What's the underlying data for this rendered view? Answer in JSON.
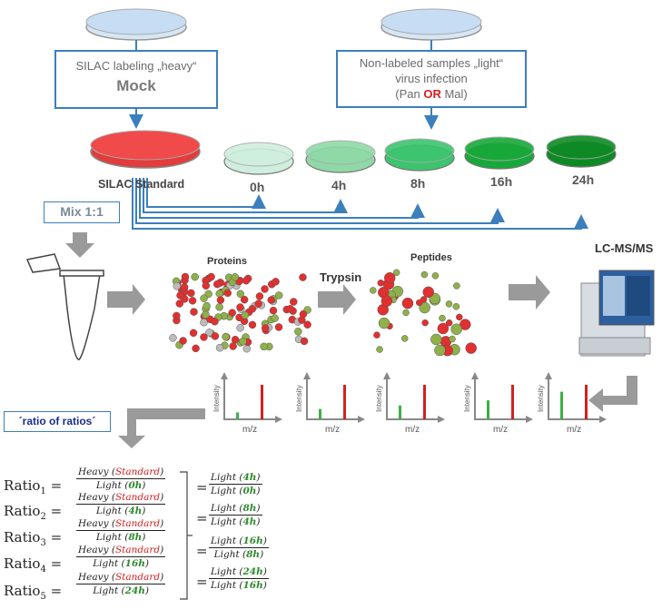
{
  "top": {
    "heavy_box_line1": "SILAC labeling „heavy“",
    "heavy_box_line2": "Mock",
    "light_box_line1": "Non-labeled samples „light“",
    "light_box_line2": "virus infection",
    "light_box_pre": "(Pan ",
    "light_box_or": "OR",
    "light_box_post": " Mal)"
  },
  "dishes": {
    "standard_label": "SILAC Standard",
    "times": [
      "0h",
      "4h",
      "8h",
      "16h",
      "24h"
    ],
    "colors": [
      "#cfeedd",
      "#8fd9a6",
      "#3cc46e",
      "#18a83a",
      "#0e8a24"
    ]
  },
  "mix_label": "Mix 1:1",
  "workflow": {
    "proteins": "Proteins",
    "trypsin": "Trypsin",
    "peptides": "Peptides",
    "lcms": "LC-MS/MS"
  },
  "spectra": {
    "ylabel": "Intensity",
    "xlabel": "m/z",
    "light_levels": [
      0.2,
      0.3,
      0.4,
      0.55,
      0.8
    ]
  },
  "ratio_box": "´ratio of ratios´",
  "ratios": [
    {
      "name": "Ratio",
      "sub": "1",
      "num_pre": "Heavy (",
      "num_hl": "Standard",
      "num_post": ")",
      "den_pre": "Light (",
      "den_hl": "0h",
      "den_post": ")"
    },
    {
      "name": "Ratio",
      "sub": "2",
      "num_pre": "Heavy (",
      "num_hl": "Standard",
      "num_post": ")",
      "den_pre": "Light (",
      "den_hl": "4h",
      "den_post": ")"
    },
    {
      "name": "Ratio",
      "sub": "3",
      "num_pre": "Heavy (",
      "num_hl": "Standard",
      "num_post": ")",
      "den_pre": "Light (",
      "den_hl": "8h",
      "den_post": ")"
    },
    {
      "name": "Ratio",
      "sub": "4",
      "num_pre": "Heavy (",
      "num_hl": "Standard",
      "num_post": ")",
      "den_pre": "Light (",
      "den_hl": "16h",
      "den_post": ")"
    },
    {
      "name": "Ratio",
      "sub": "5",
      "num_pre": "Heavy (",
      "num_hl": "Standard",
      "num_post": ")",
      "den_pre": "Light (",
      "den_hl": "24h",
      "den_post": ")"
    }
  ],
  "eq_sign": "=",
  "derived": [
    {
      "num_pre": "Light (",
      "num_hl": "4h",
      "num_post": ")",
      "den_pre": "Light (",
      "den_hl": "0h",
      "den_post": ")"
    },
    {
      "num_pre": "Light (",
      "num_hl": "8h",
      "num_post": ")",
      "den_pre": "Light (",
      "den_hl": "4h",
      "den_post": ")"
    },
    {
      "num_pre": "Light (",
      "num_hl": "16h",
      "num_post": ")",
      "den_pre": "Light (",
      "den_hl": "8h",
      "den_post": ")"
    },
    {
      "num_pre": "Light (",
      "num_hl": "24h",
      "num_post": ")",
      "den_pre": "Light (",
      "den_hl": "16h",
      "den_post": ")"
    }
  ]
}
